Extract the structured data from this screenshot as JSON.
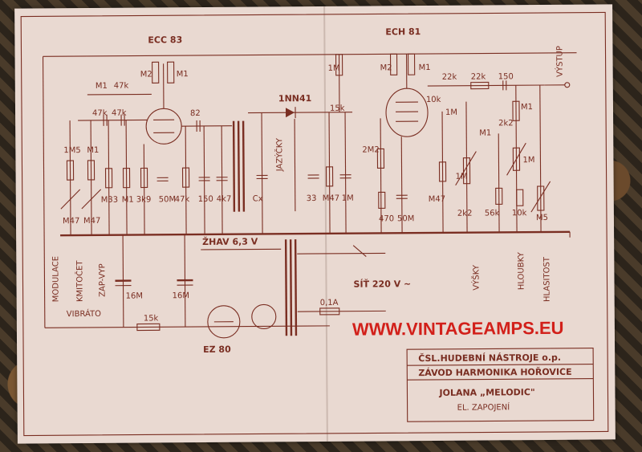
{
  "tubes": {
    "preamp": "ECC 83",
    "mixer": "ECH 81",
    "rectifier": "EZ 80"
  },
  "diode": "1NN41",
  "resistors": {
    "r_m2_a": "M2",
    "r_m1_a": "M1",
    "r_m1_b": "M1",
    "r_47k_a": "47k",
    "r_47k_b": "47k",
    "r_47k_c": "47k",
    "r_82": "82",
    "r_1m5": "1M5",
    "r_m1_c": "M1",
    "r_m33": "M33",
    "r_m1_d": "M1",
    "r_3k9": "3k9",
    "r_47k_d": "47k",
    "r_1m_top": "1M",
    "r_15k_mid": "15k",
    "r_m47_mid": "M47",
    "r_2m2": "2M2",
    "r_470": "470",
    "r_m2_b": "M2",
    "r_m1_e": "M1",
    "r_22k_a": "22k",
    "r_22k_b": "22k",
    "r_10k_a": "10k",
    "r_1m_b": "1M",
    "r_m47_r": "M47",
    "r_1m_c": "1M",
    "r_2k2_a": "2k2",
    "r_m1_f": "M1",
    "r_2k2_b": "2k2",
    "r_m1_g": "M1",
    "r_1m_d": "1M",
    "r_56k": "56k",
    "r_10k_b": "10k",
    "r_m5": "M5",
    "r_15k_low": "15k",
    "r_m47_a": "M47",
    "r_m47_b": "M47",
    "fuse": "0,1A"
  },
  "capacitors": {
    "c_50m": "50M",
    "c_150_a": "150",
    "c_4k7": "4k7",
    "c_cx": "Cx",
    "c_33": "33",
    "c_1m": "1M",
    "c_50m_b": "50M",
    "c_150_b": "150",
    "c_16m_a": "16M",
    "c_16m_b": "16M"
  },
  "labels": {
    "jazycky": "JAZÝČKY",
    "vystup": "VÝSTUP",
    "zhav": "ŽHAV 6,3 V",
    "sit": "SÍŤ 220 V ~",
    "modulace": "MODULACE",
    "kmitocet": "KMITOČET",
    "zap_vyp": "ZAP-VYP",
    "vibrato": "VIBRÁTO",
    "vysky": "VÝŠKY",
    "hloubky": "HLOUBKY",
    "hlasitost": "HLASITOST"
  },
  "watermark": "WWW.VINTAGEAMPS.EU",
  "title_block": {
    "line1": "ČSL.HUDEBNÍ NÁSTROJE o.p.",
    "line2": "ZÁVOD HARMONIKA HOŘOVICE",
    "line3": "JOLANA „MELODIC\"",
    "line4": "EL. ZAPOJENÍ"
  }
}
